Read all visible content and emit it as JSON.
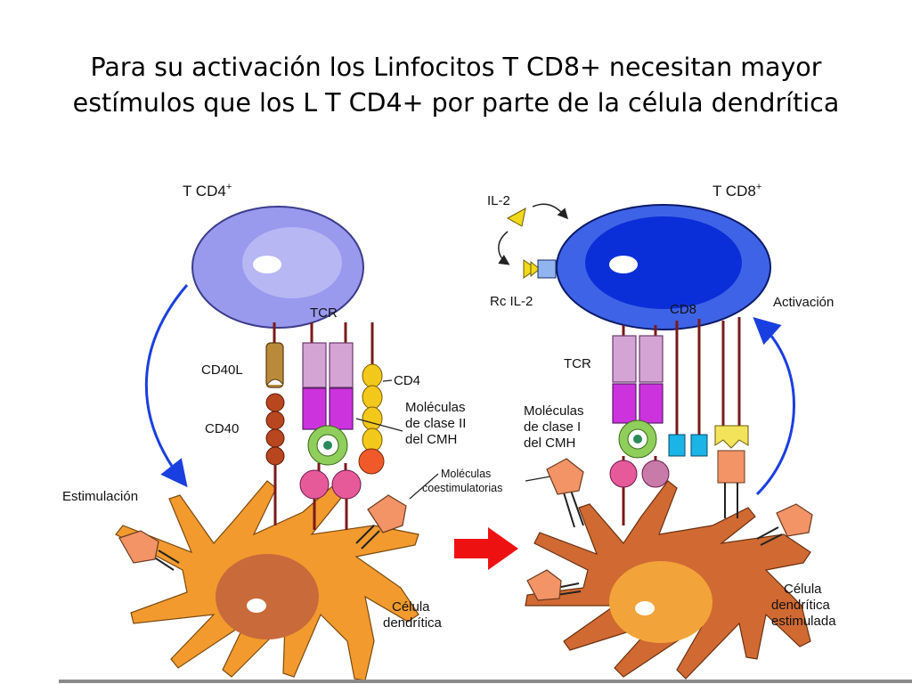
{
  "slide": {
    "title_line1": "Para su activación los Linfocitos  T CD8+ necesitan mayor",
    "title_line2": "estímulos que los L T CD4+ por parte de la célula dendrítica"
  },
  "left_panel": {
    "cell_label": "T CD4",
    "cell_label_sup": "+",
    "tcr": "TCR",
    "cd40l": "CD40L",
    "cd40": "CD40",
    "cd4": "CD4",
    "mhc_1": "Moléculas",
    "mhc_2": "de clase II",
    "mhc_3": "del CMH",
    "stim": "Estimulación",
    "costim_1": "Moléculas",
    "costim_2": "coestimulatorias",
    "dendritic_1": "Célula",
    "dendritic_2": "dendrítica"
  },
  "right_panel": {
    "cell_label": "T CD8",
    "cell_label_sup": "+",
    "il2": "IL-2",
    "rc_il2": "Rc IL-2",
    "cd8": "CD8",
    "activation": "Activación",
    "tcr": "TCR",
    "mhc_1": "Moléculas",
    "mhc_2": "de clase I",
    "mhc_3": "del CMH",
    "dendritic_1": "Célula",
    "dendritic_2": "dendrítica",
    "dendritic_3": "estimulada"
  },
  "colors": {
    "cd4_cell": "#9999ee",
    "cd8_cell": "#3f63e6",
    "cd8_nucleus": "#0a2fd8",
    "dendritic_resting": "#f29a2e",
    "dendritic_stimulated": "#d06a32",
    "tcr": "#d4a5d4",
    "mhc": "#cc33dd",
    "costim": "#f29466",
    "arrow_blue": "#1a3fe0",
    "arrow_red": "#ee1111"
  }
}
